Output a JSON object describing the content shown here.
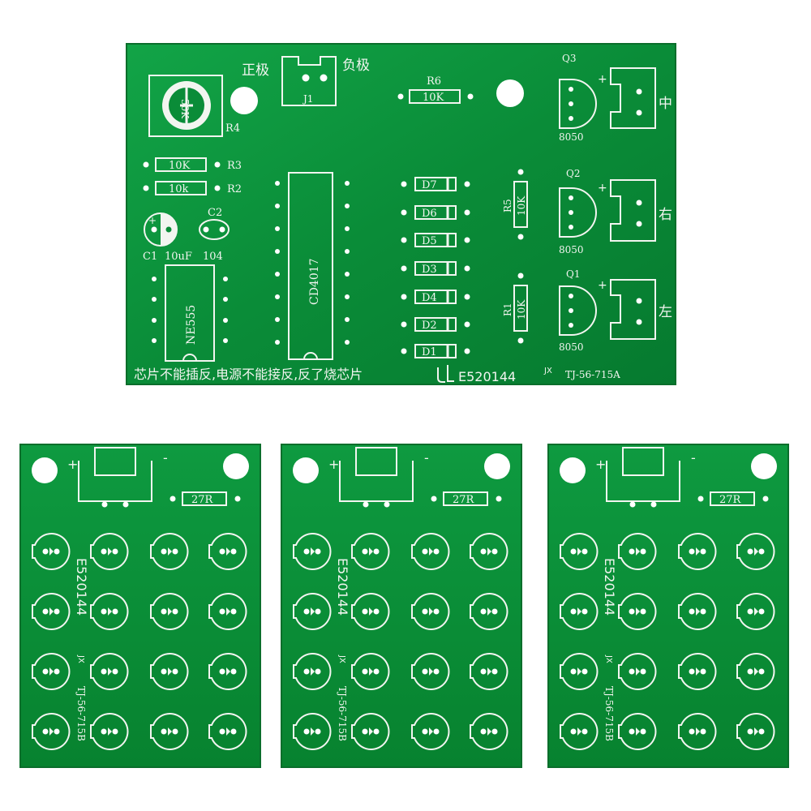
{
  "main_board": {
    "labels": {
      "positive": "正极",
      "negative": "负极",
      "j1": "J1",
      "r6": "R6",
      "r6_value": "10K",
      "q3": "Q3",
      "q2": "Q2",
      "q1": "Q1",
      "transistor": "8050",
      "middle": "中",
      "right": "右",
      "left": "左",
      "pot_value": "50K",
      "r4": "R4",
      "r3": "R3",
      "r3_value": "10K",
      "r2": "R2",
      "r2_value": "10k",
      "c2": "C2",
      "c1": "C1",
      "c1_value": "10uF",
      "c2_value": "104",
      "ne555": "NE555",
      "cd4017": "CD4017",
      "r5": "R5",
      "r5_value": "10K",
      "r1": "R1",
      "r1_value": "10K",
      "d7": "D7",
      "d6": "D6",
      "d5": "D5",
      "d3": "D3",
      "d4": "D4",
      "d2": "D2",
      "d1": "D1",
      "plus": "+",
      "warning": "芯片不能插反,电源不能接反,反了烧芯片",
      "cert": "E520144",
      "jx": "JX",
      "model": "TJ-56-715A"
    }
  },
  "led_boards": {
    "plus": "+",
    "minus": "-",
    "resistor": "27R",
    "cert": "E520144",
    "jx": "JX",
    "model": "TJ-56-715B"
  },
  "colors": {
    "pcb": "#0b8f3a",
    "pcb_dark": "#067a30",
    "silk": "#f2f5f0",
    "hole": "#ffffff"
  }
}
